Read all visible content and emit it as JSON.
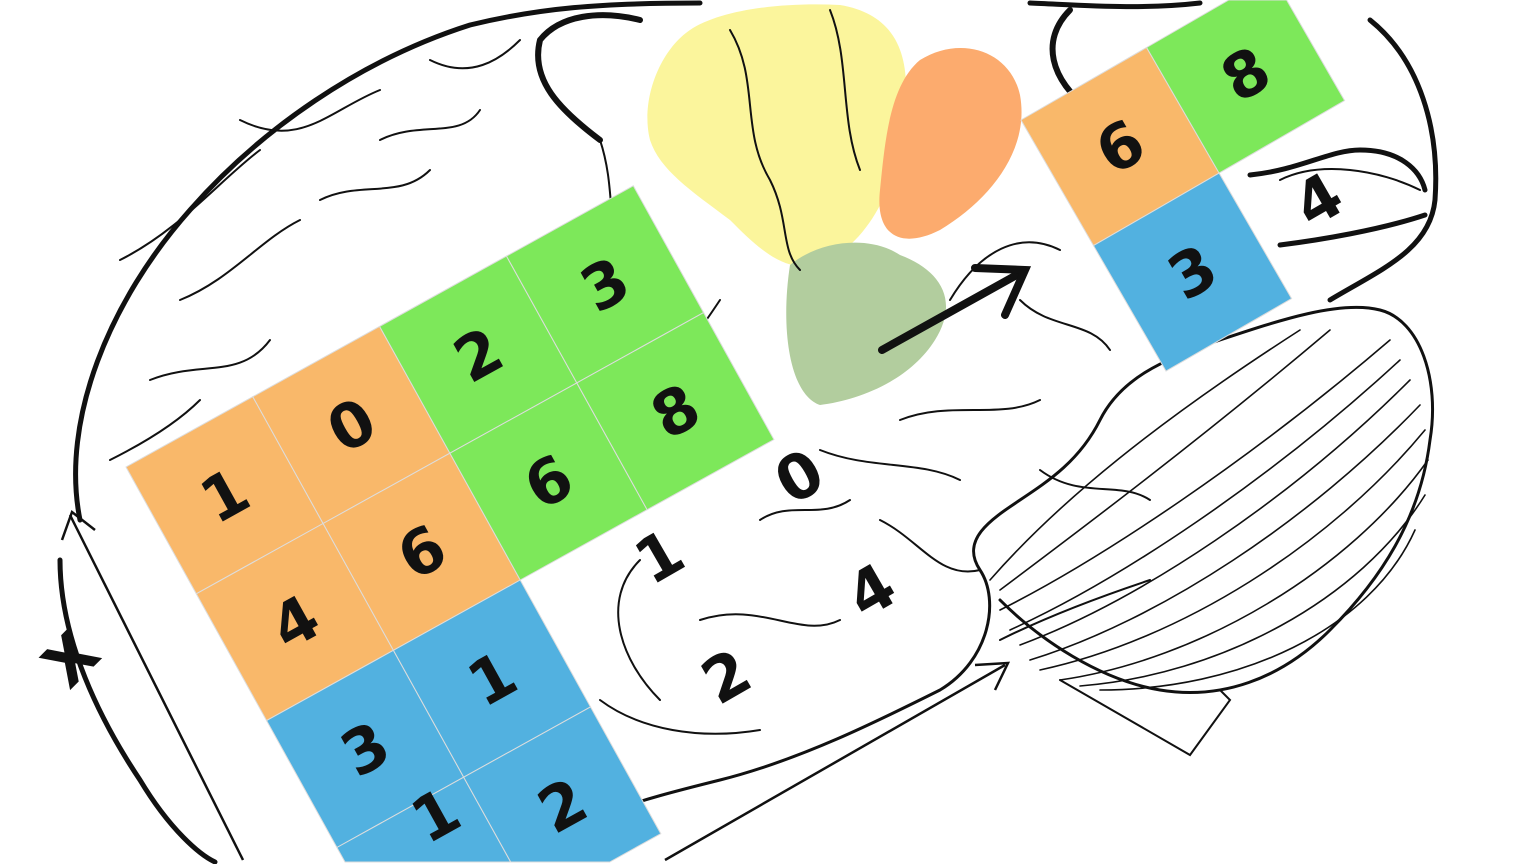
{
  "colors": {
    "orange": "#f9b86a",
    "green": "#7de85a",
    "blue": "#52b1e0",
    "yellow": "#fbf59c",
    "salmon": "#fcab6e",
    "sage": "#b2cd9e",
    "outline": "#111111"
  },
  "main_grid": {
    "rows": [
      [
        {
          "digit": "1",
          "color": "orange"
        },
        {
          "digit": "0",
          "color": "orange"
        },
        {
          "digit": "2",
          "color": "green"
        },
        {
          "digit": "3",
          "color": "green"
        }
      ],
      [
        {
          "digit": "4",
          "color": "orange"
        },
        {
          "digit": "6",
          "color": "orange"
        },
        {
          "digit": "6",
          "color": "green"
        },
        {
          "digit": "8",
          "color": "green"
        }
      ],
      [
        {
          "digit": "3",
          "color": "blue"
        },
        {
          "digit": "1",
          "color": "blue"
        }
      ],
      [
        {
          "digit": "1",
          "color": "blue"
        },
        {
          "digit": "2",
          "color": "blue"
        }
      ]
    ]
  },
  "small_grid": {
    "rows": [
      [
        {
          "digit": "6",
          "color": "orange"
        },
        {
          "digit": "8",
          "color": "green"
        }
      ],
      [
        {
          "digit": "3",
          "color": "blue"
        },
        {
          "digit": "4",
          "color": "none"
        }
      ]
    ]
  },
  "loose_labels": [
    {
      "text": "1",
      "role": "digit"
    },
    {
      "text": "0",
      "role": "digit"
    },
    {
      "text": "2",
      "role": "digit"
    },
    {
      "text": "4",
      "role": "digit"
    },
    {
      "text": "X",
      "role": "axis"
    }
  ]
}
